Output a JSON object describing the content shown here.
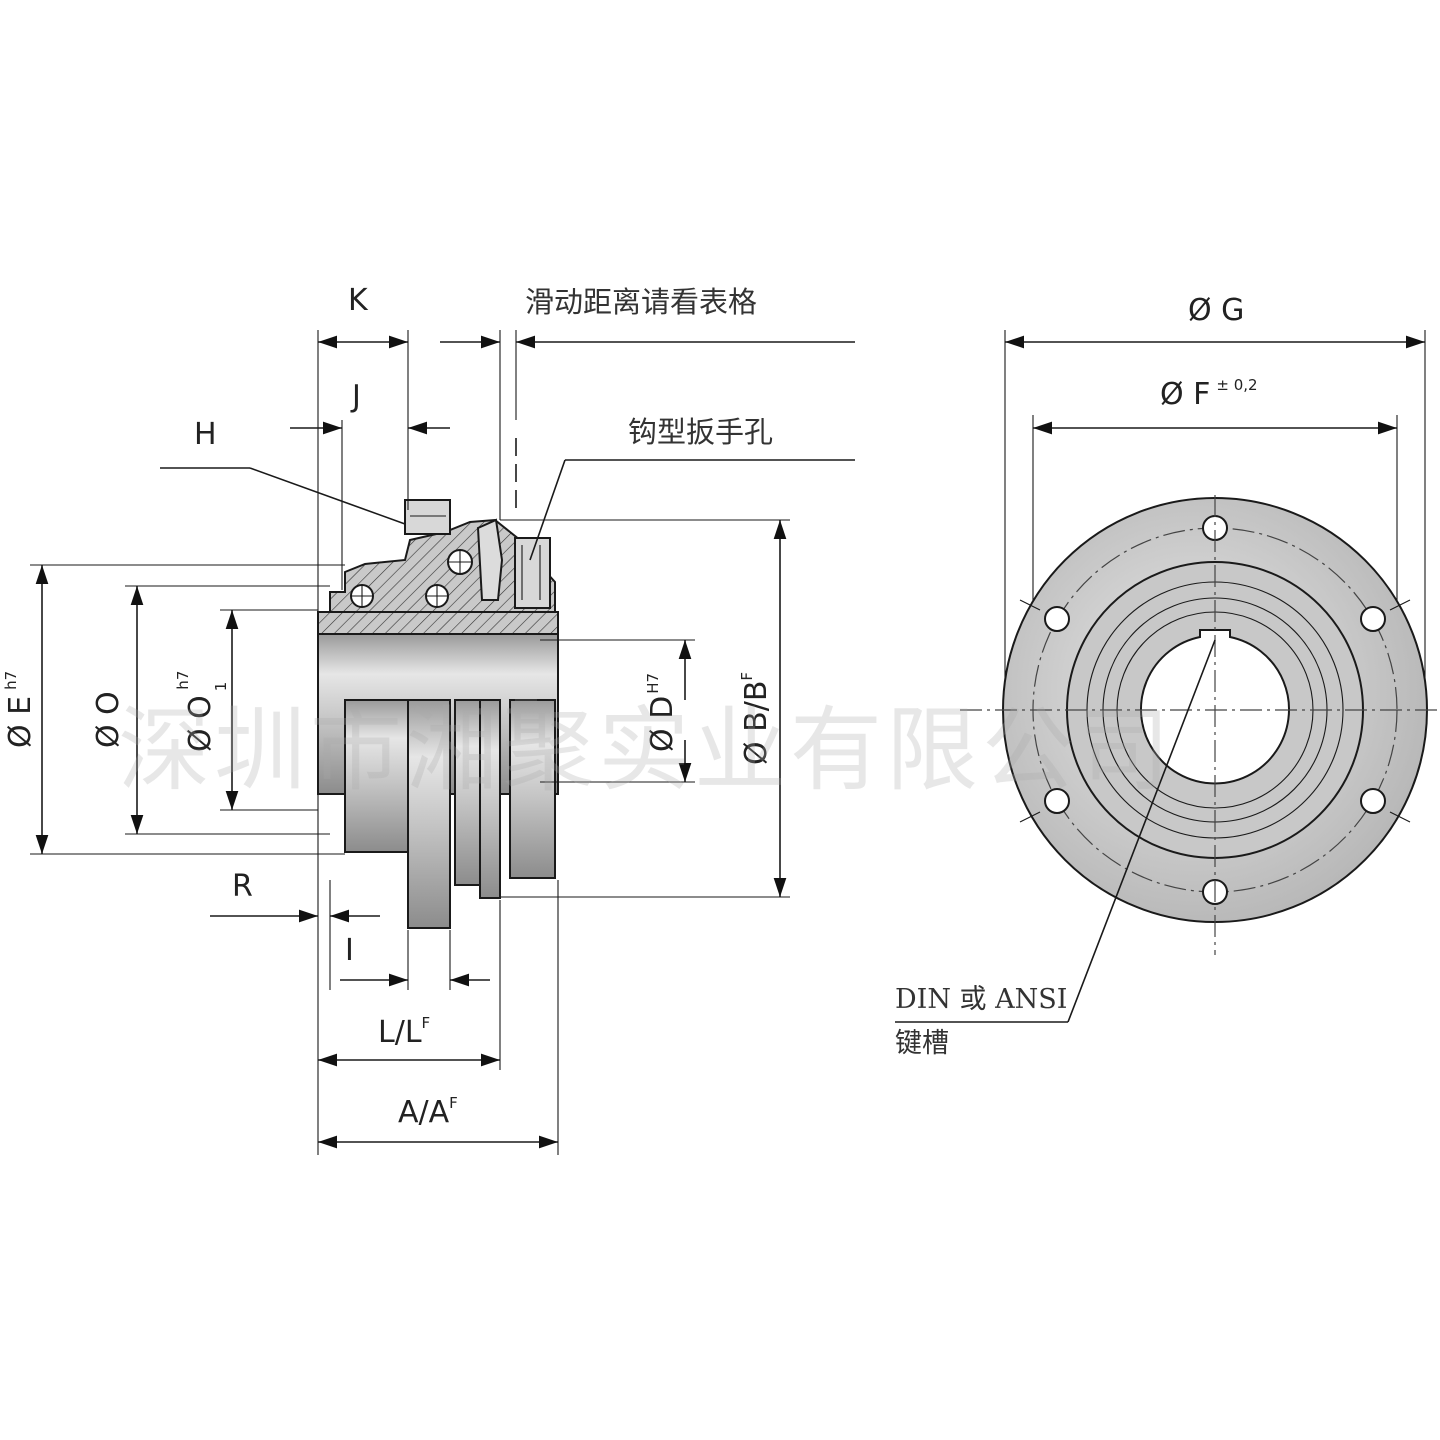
{
  "side_view": {
    "dimensions": {
      "K": "K",
      "J": "J",
      "H": "H",
      "R": "R",
      "I": "I",
      "L": "L/L",
      "L_sup": "F",
      "A": "A/A",
      "A_sup": "F",
      "E": "Ø E",
      "E_sup": "h7",
      "O": "Ø O",
      "O1": "Ø O",
      "O1_sup": "h7",
      "O1_sub": "1",
      "D": "Ø D",
      "D_sup": "H7",
      "B": "Ø B/B",
      "B_sup": "F"
    },
    "notes": {
      "slide_distance": "滑动距离请看表格",
      "spanner_hole": "钩型扳手孔"
    }
  },
  "front_view": {
    "dimensions": {
      "G": "Ø G",
      "F": "Ø  F",
      "F_sup": "± 0,2"
    },
    "notes": {
      "keyway_line1": "DIN 或 ANSI",
      "keyway_line2": "键槽"
    }
  },
  "watermark": "深圳市湘聚实业有限公司",
  "colors": {
    "background": "#ffffff",
    "line": "#1a1a1a",
    "part_fill": "#d4d4d4",
    "part_shade": "#a8a8a8"
  }
}
